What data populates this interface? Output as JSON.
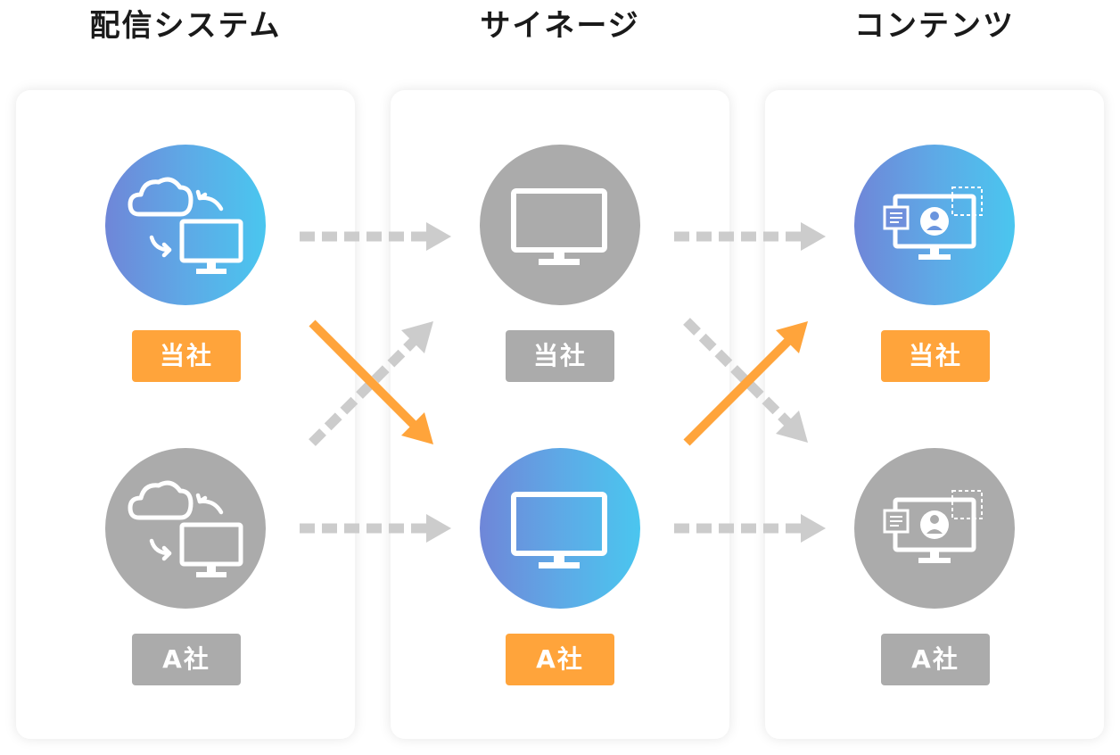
{
  "columns": [
    {
      "title": "配信システム"
    },
    {
      "title": "サイネージ"
    },
    {
      "title": "コンテンツ"
    }
  ],
  "tags": {
    "ours": "当社",
    "company_a": "A社"
  },
  "colors": {
    "highlight": "#ffa43b",
    "inactive": "#ababab",
    "dashed_arrow": "#cccccc",
    "gradient_start": "#6f86d8",
    "gradient_end": "#4ac6ef"
  },
  "icons": {
    "delivery": "cloud-sync-monitor-icon",
    "signage": "monitor-icon",
    "content": "monitor-content-icon"
  }
}
